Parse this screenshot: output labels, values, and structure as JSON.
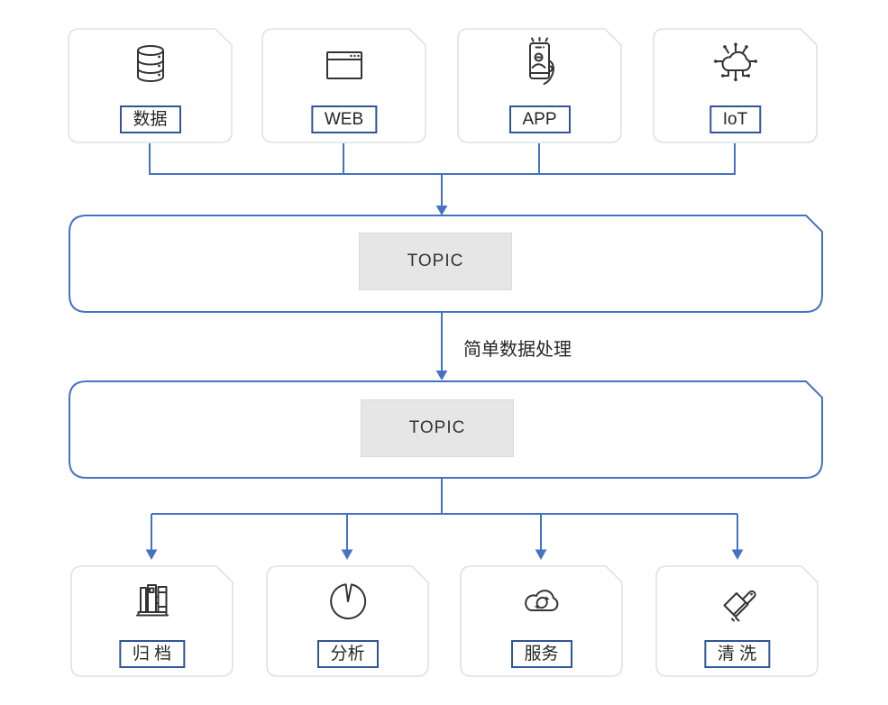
{
  "diagram": {
    "sources": [
      {
        "label": "数据",
        "icon": "database-icon"
      },
      {
        "label": "WEB",
        "icon": "web-browser-icon"
      },
      {
        "label": "APP",
        "icon": "mobile-app-icon"
      },
      {
        "label": "IoT",
        "icon": "iot-cloud-icon"
      }
    ],
    "topic_upper": {
      "label": "TOPIC"
    },
    "edge_label": "简单数据处理",
    "topic_lower": {
      "label": "TOPIC"
    },
    "sinks": [
      {
        "label": "归 档",
        "icon": "archive-books-icon"
      },
      {
        "label": "分析",
        "icon": "pie-chart-icon"
      },
      {
        "label": "服务",
        "icon": "cloud-sync-icon"
      },
      {
        "label": "清 洗",
        "icon": "cleaning-brush-icon"
      }
    ],
    "colors": {
      "connector_blue": "#4472C4",
      "label_box_border": "#2F5597",
      "card_border": "#E1E1E1",
      "topic_fill": "#E7E6E6",
      "icon_stroke": "#333333"
    }
  }
}
